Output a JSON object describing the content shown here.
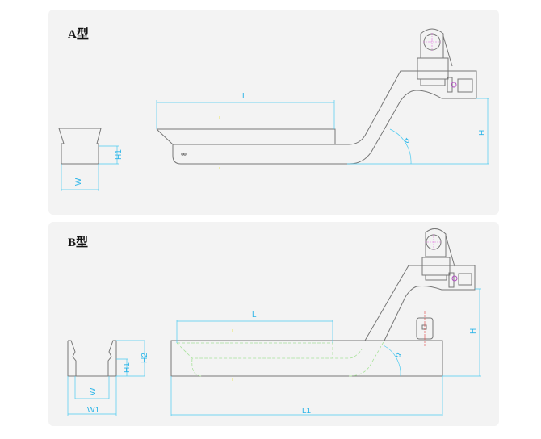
{
  "panels": [
    {
      "title": "A型",
      "labels": {
        "L": "L",
        "H": "H",
        "H1": "H1",
        "W": "W",
        "alpha": "α"
      }
    },
    {
      "title": "B型",
      "labels": {
        "L": "L",
        "L1": "L1",
        "H": "H",
        "H1": "H1",
        "H2": "H2",
        "W": "W",
        "W1": "W1",
        "alpha": "α"
      }
    }
  ],
  "colors": {
    "outline": "#777777",
    "dimension": "#4ccaf0",
    "hidden": "#a8e29a",
    "panel": "#f3f3f3"
  }
}
